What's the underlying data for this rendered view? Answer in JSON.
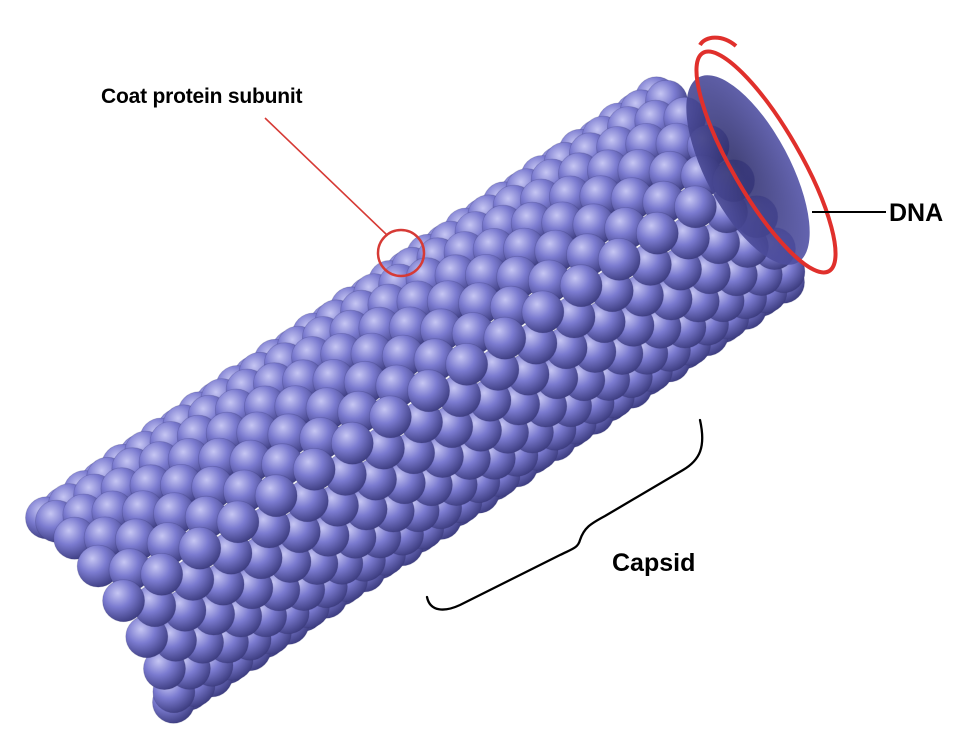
{
  "labels": {
    "coat_protein": "Coat protein subunit",
    "dna": "DNA",
    "capsid": "Capsid"
  },
  "colors": {
    "protein_fill": "#6c6cc6",
    "protein_highlight": "#b9b9ee",
    "protein_shadow": "#34346f",
    "dna": "#e0302c",
    "annotation_line": "#d63a35",
    "leader_line": "#000000"
  },
  "structure": {
    "protein_rings": 33,
    "subunits_per_ring": 16
  }
}
